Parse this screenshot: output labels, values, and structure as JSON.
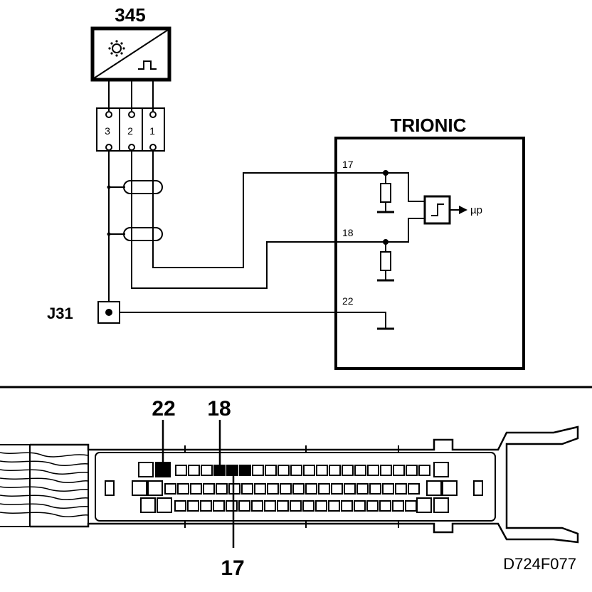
{
  "sensor": {
    "number": "345",
    "connector_pins": [
      "3",
      "2",
      "1"
    ]
  },
  "ecu": {
    "title": "TRIONIC",
    "pin_labels": [
      "17",
      "18",
      "22"
    ],
    "output_label": "µp"
  },
  "ground": {
    "label": "J31"
  },
  "connector_view": {
    "callouts": [
      "22",
      "18",
      "17"
    ],
    "highlighted_pins": [
      "22",
      "18",
      "17"
    ]
  },
  "figure_code": "D724F077"
}
